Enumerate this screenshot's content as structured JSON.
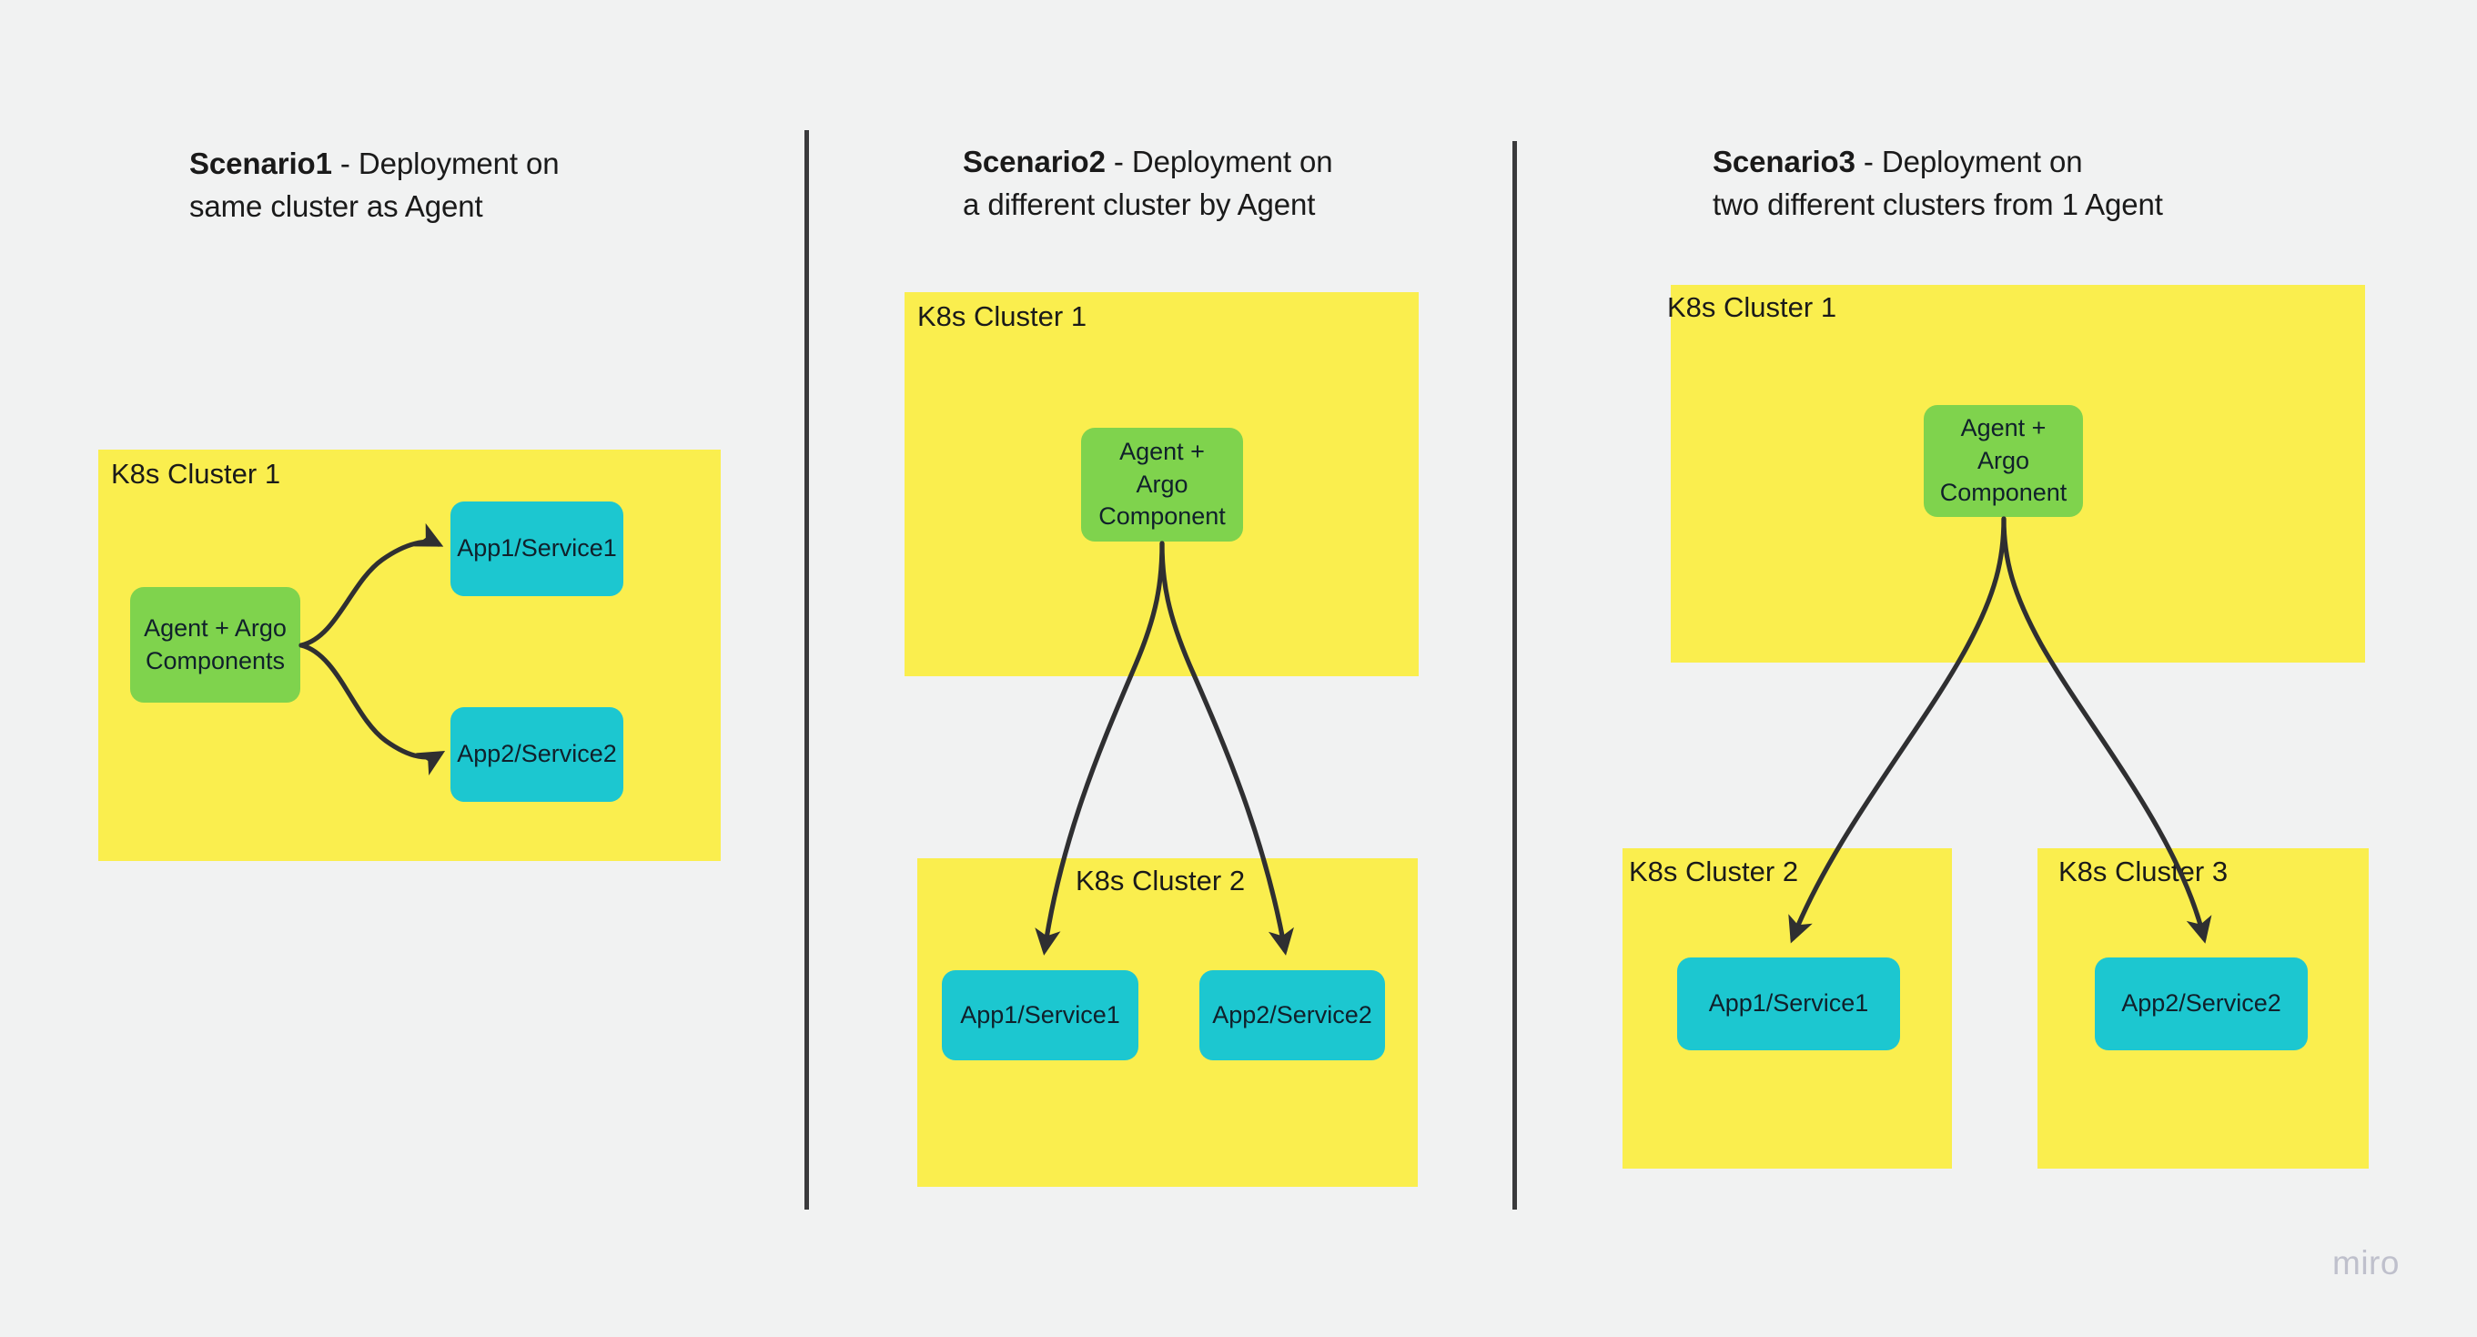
{
  "colors": {
    "background": "#F1F2F2",
    "cluster_yellow": "#FAEE4E",
    "agent_green": "#7FD34D",
    "app_cyan": "#1CC7D0",
    "arrow_dark": "#2F2F31",
    "divider_dark": "#3A3A3C",
    "watermark_gray": "#BFC0CC",
    "text_dark": "#1A1A1A"
  },
  "watermark": "miro",
  "scenarios": [
    {
      "id": "scenario-1",
      "title_bold": "Scenario1",
      "title_rest": " - Deployment on\nsame cluster as Agent",
      "clusters": [
        {
          "label": "K8s Cluster 1"
        }
      ],
      "nodes": {
        "agent": "Agent + Argo\nComponents",
        "app1": "App1/Service1",
        "app2": "App2/Service2"
      }
    },
    {
      "id": "scenario-2",
      "title_bold": "Scenario2",
      "title_rest": " - Deployment on\na different cluster by Agent",
      "clusters": [
        {
          "label": "K8s Cluster 1"
        },
        {
          "label": "K8s Cluster 2"
        }
      ],
      "nodes": {
        "agent": "Agent +\nArgo\nComponent",
        "app1": "App1/Service1",
        "app2": "App2/Service2"
      }
    },
    {
      "id": "scenario-3",
      "title_bold": "Scenario3",
      "title_rest": " - Deployment on\ntwo different clusters from 1 Agent",
      "clusters": [
        {
          "label": "K8s Cluster 1"
        },
        {
          "label": "K8s Cluster 2"
        },
        {
          "label": "K8s Cluster 3"
        }
      ],
      "nodes": {
        "agent": "Agent +\nArgo\nComponent",
        "app1": "App1/Service1",
        "app2": "App2/Service2"
      }
    }
  ]
}
